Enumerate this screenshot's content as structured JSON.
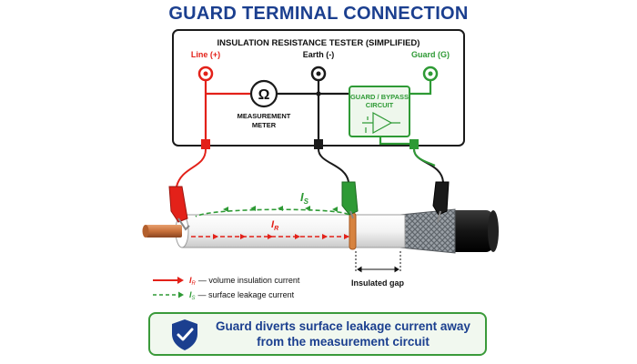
{
  "title": "GUARD TERMINAL CONNECTION",
  "tester_title": "INSULATION RESISTANCE TESTER (SIMPLIFIED)",
  "terminals": {
    "line": "Line (+)",
    "earth": "Earth (-)",
    "guard": "Guard (G)"
  },
  "meter": {
    "symbol": "Ω",
    "label_line1": "MEASUREMENT",
    "label_line2": "METER"
  },
  "guard_circuit": {
    "line1": "GUARD / BYPASS",
    "line2": "CIRCUIT"
  },
  "currents": {
    "surface_symbol": "I",
    "surface_sub": "S",
    "volume_symbol": "I",
    "volume_sub": "R"
  },
  "gap_label": "Insulated gap",
  "legend": {
    "volume": {
      "symbol": "I",
      "sub": "R",
      "text": "— volume insulation current"
    },
    "surface": {
      "symbol": "I",
      "sub": "S",
      "text": "— surface leakage current"
    }
  },
  "banner": {
    "line1": "Guard diverts surface leakage current away",
    "line2": "from the measurement circuit",
    "icon": "shield-check-icon"
  },
  "colors": {
    "title_blue": "#1b3f8f",
    "line_red": "#e32119",
    "guard_green": "#2e9a35",
    "earth_black": "#1a1a1a",
    "copper": "#c8703a"
  }
}
